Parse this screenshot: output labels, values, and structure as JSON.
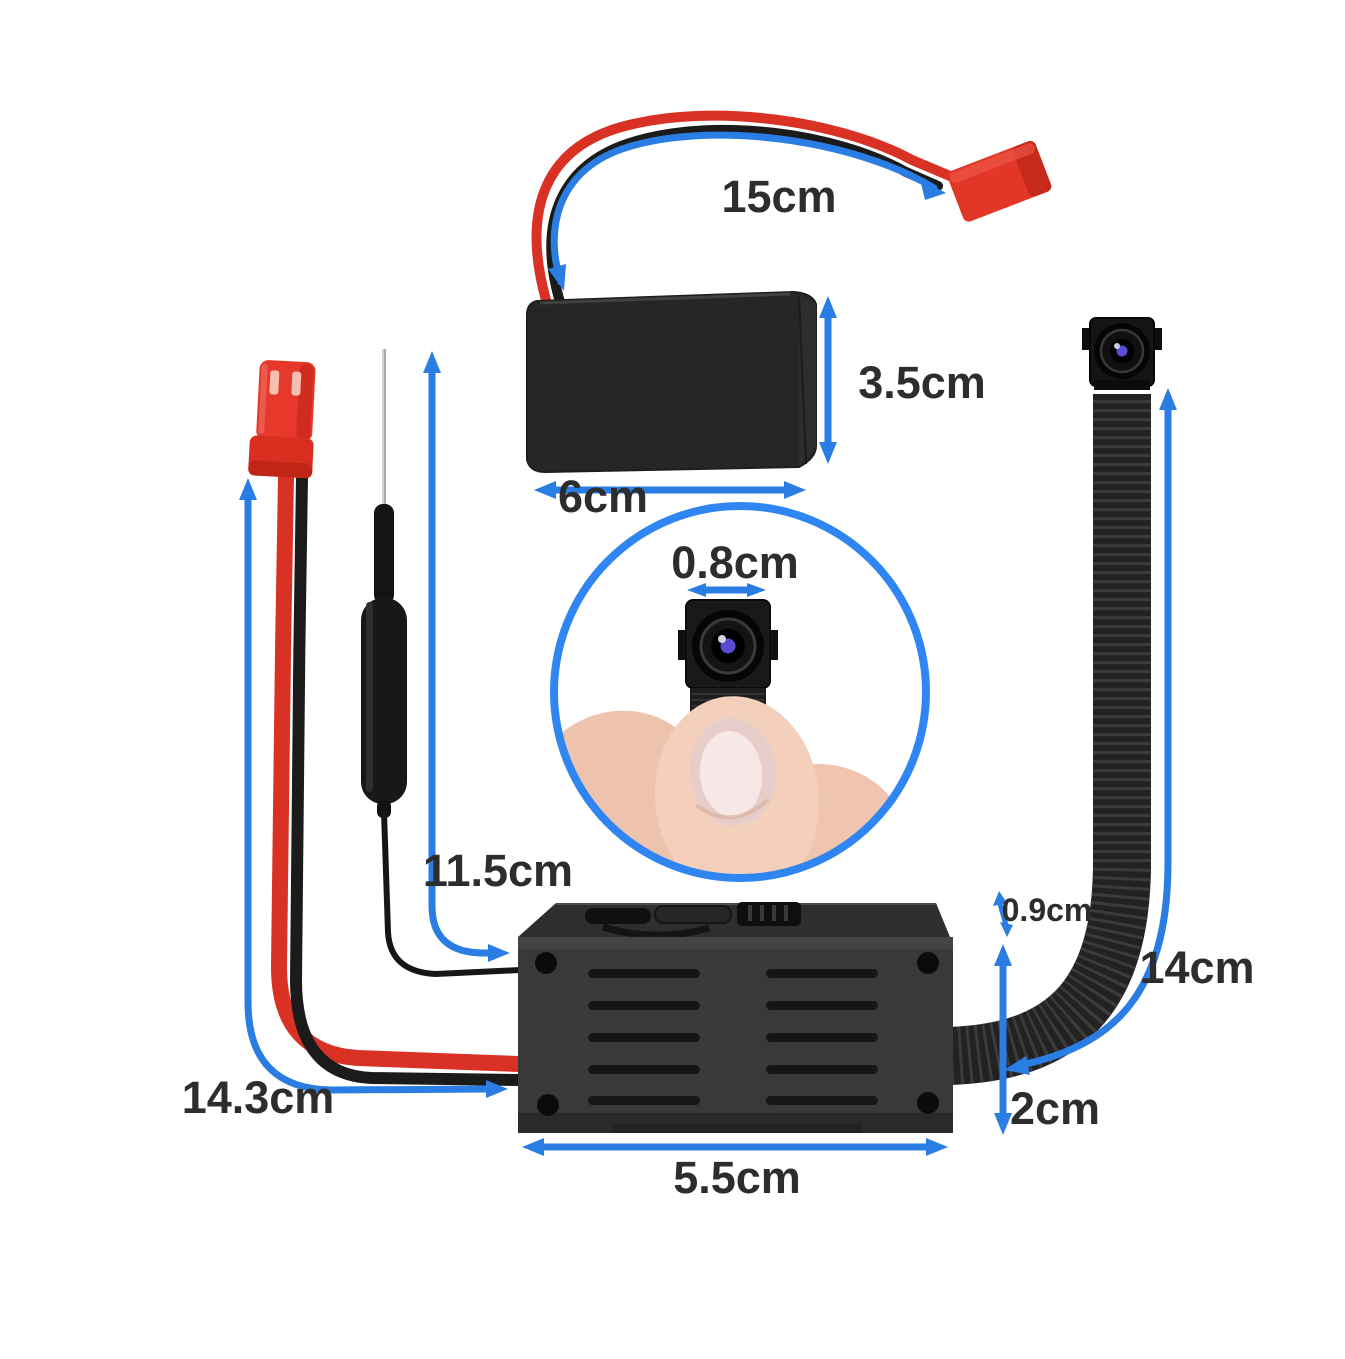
{
  "diagram": {
    "background_color": "#ffffff",
    "arrow_color": "#2a7de2",
    "circle_color": "#2f86f2",
    "label_color": "#2d2d2d",
    "connector_color": "#e6382b",
    "device_color": "#393939",
    "labels": {
      "battery_cable": "15cm",
      "battery_height": "3.5cm",
      "battery_width": "6cm",
      "lens_width": "0.8cm",
      "antenna": "11.5cm",
      "power_cable": "14.3cm",
      "ribbon_cable": "14cm",
      "module_depth": "0.9cm",
      "module_height": "2cm",
      "module_width": "5.5cm"
    }
  }
}
